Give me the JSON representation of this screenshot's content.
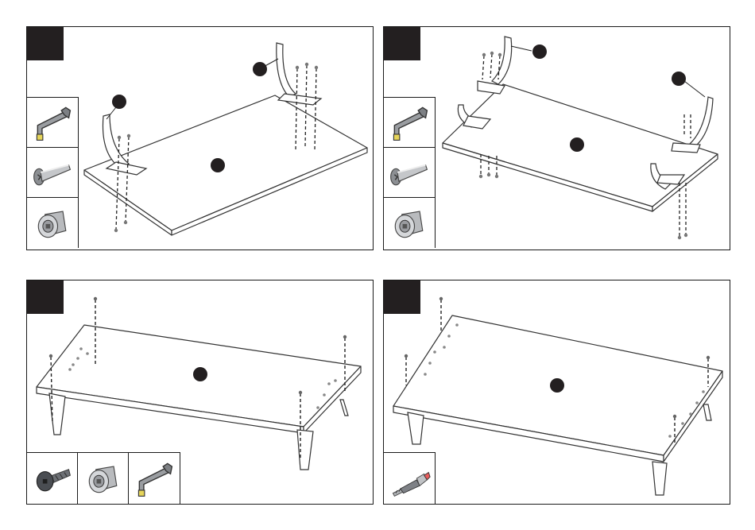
{
  "colors": {
    "frame": "#1a1a1a",
    "badge": "#231f20",
    "hardware_grey": "#8a8d91",
    "line": "#333333"
  },
  "panels": [
    {
      "step_label": "",
      "parts": [
        "allen-key-icon",
        "bolt-icon",
        "barrel-nut-icon"
      ],
      "callouts": 3
    },
    {
      "step_label": "",
      "parts": [
        "allen-key-icon",
        "bolt-icon",
        "barrel-nut-icon"
      ],
      "callouts": 3
    },
    {
      "step_label": "",
      "parts": [
        "bolt-icon",
        "barrel-nut-icon",
        "allen-key-icon"
      ],
      "callouts": 1
    },
    {
      "step_label": "",
      "parts": [
        "cam-dowel-icon"
      ],
      "callouts": 1
    }
  ]
}
